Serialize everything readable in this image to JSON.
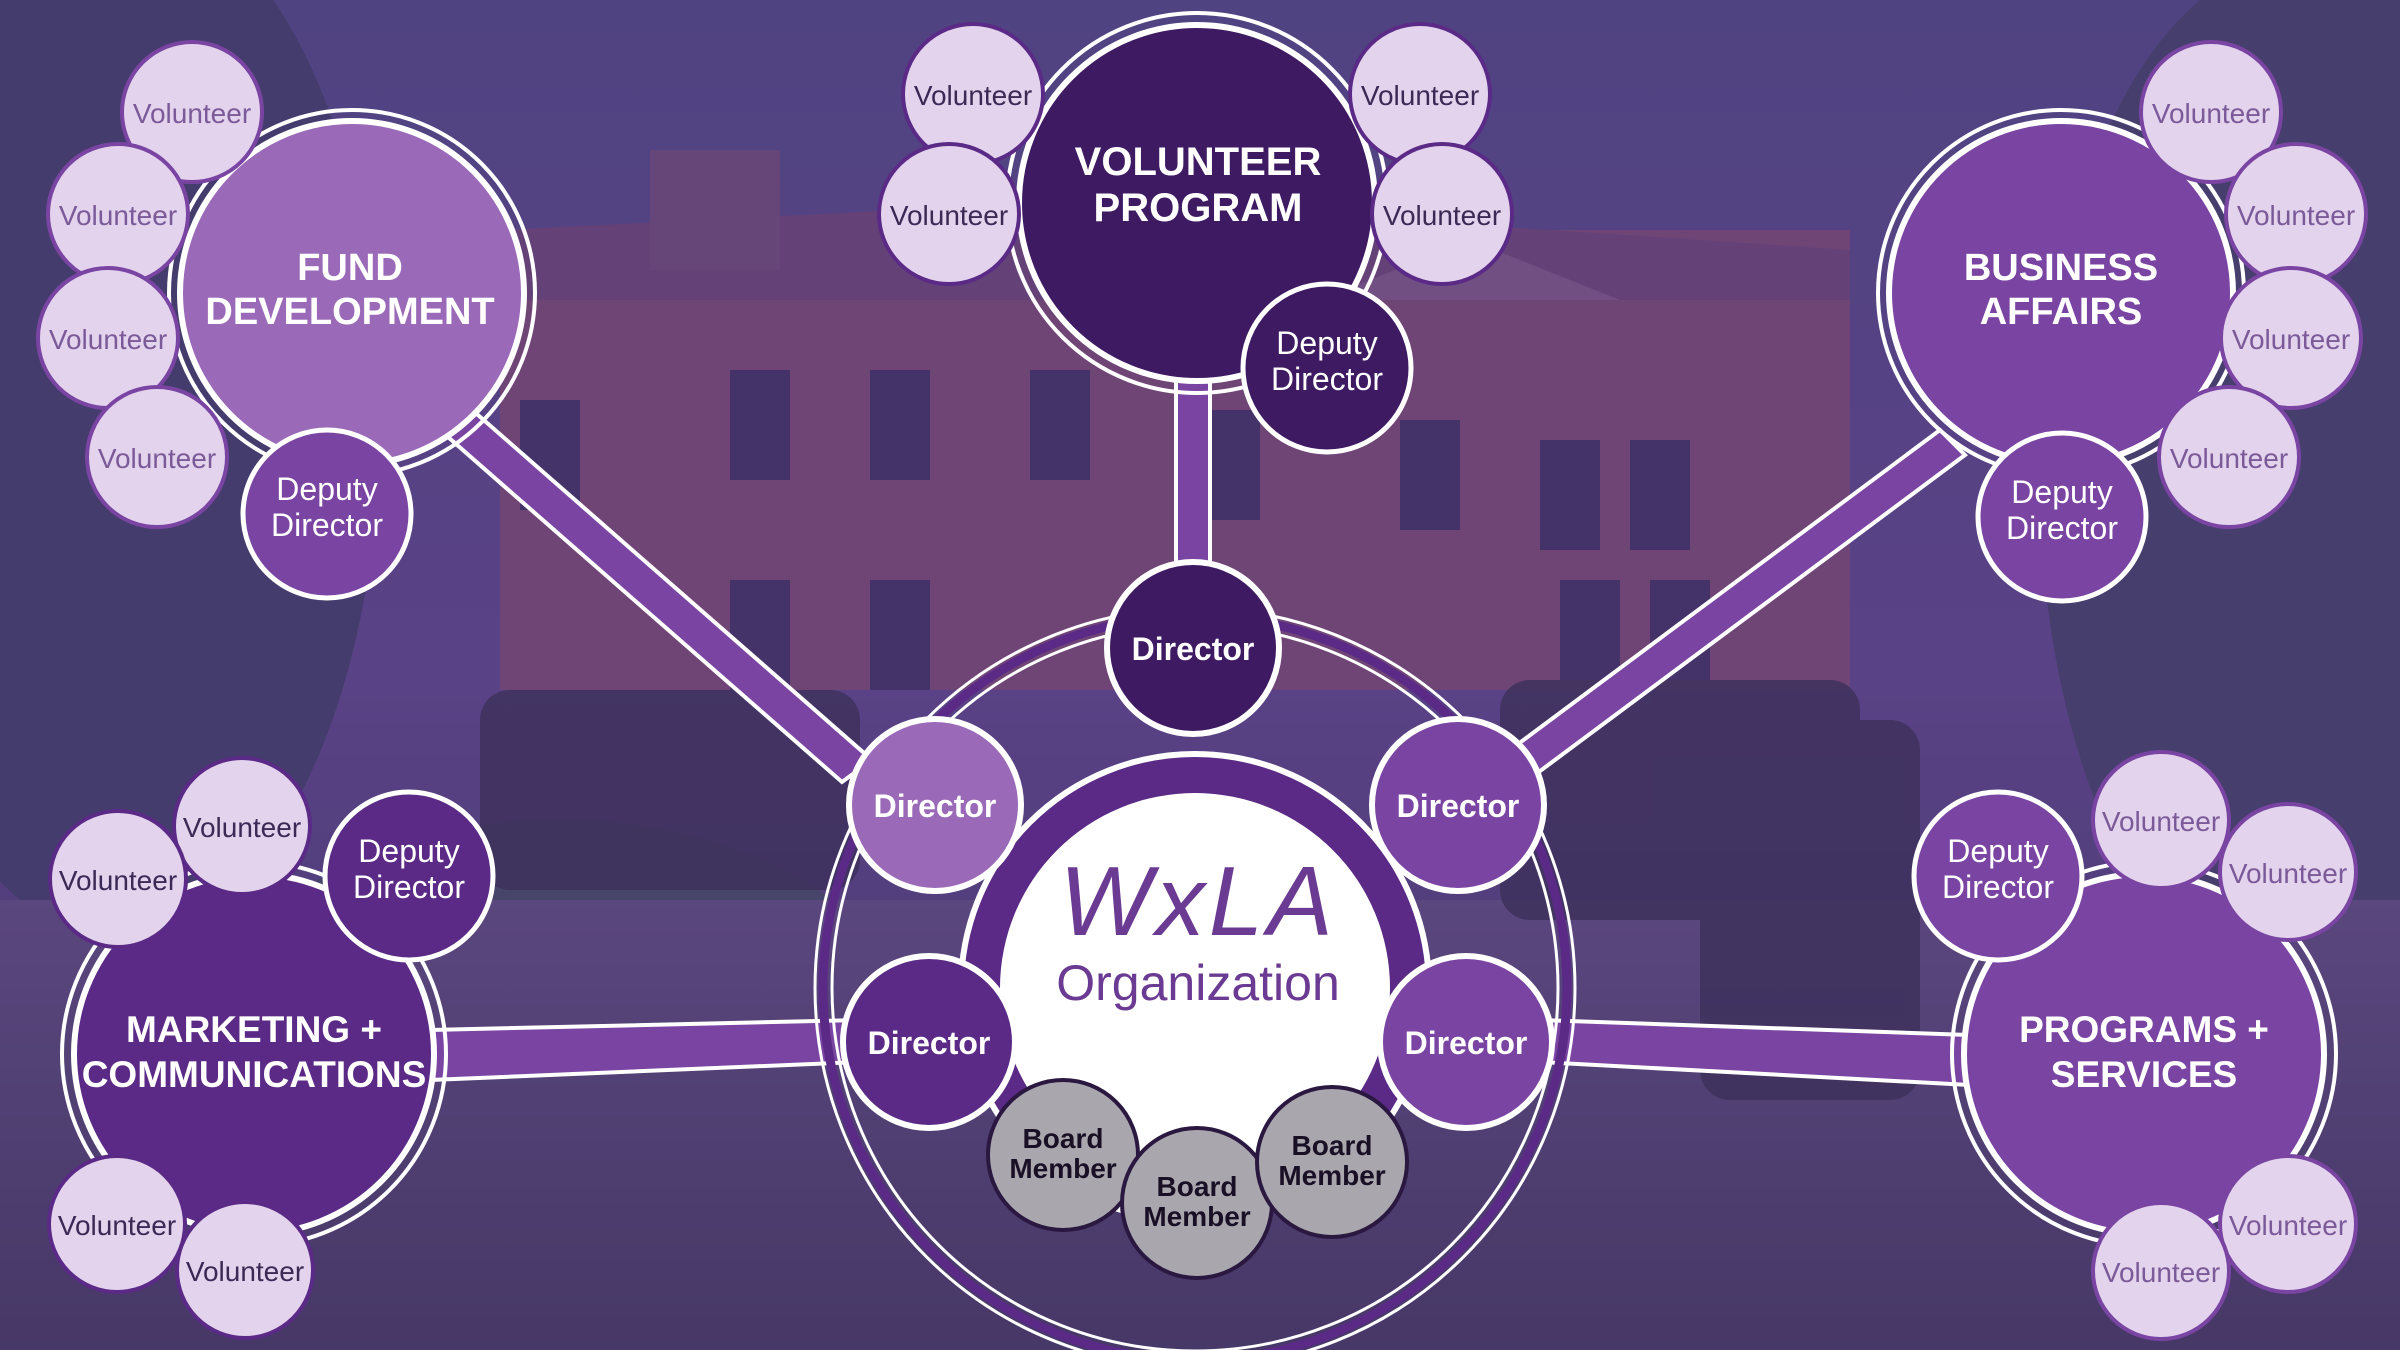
{
  "colors": {
    "overlay": "#5a3d86",
    "hub_purple": "#5a2a86",
    "dark_purple": "#3e1a63",
    "medium_purple": "#7a44a3",
    "light_purple": "#9a6ab8",
    "pale_purple": "#e3d3ec",
    "pale_purple_text": "#7a5a99",
    "board_gray": "#a9a7ad",
    "white": "#ffffff"
  },
  "center": {
    "logo": "WxLA",
    "subtitle": "Organization"
  },
  "directors": {
    "top": "Director",
    "upper_left": "Director",
    "upper_right": "Director",
    "lower_left": "Director",
    "lower_right": "Director"
  },
  "board": {
    "left": "Board Member",
    "middle": "Board Member",
    "right": "Board Member"
  },
  "departments": {
    "volunteer_program": {
      "title_line1": "VOLUNTEER",
      "title_line2": "PROGRAM",
      "deputy": "Deputy Director",
      "volunteers": [
        "Volunteer",
        "Volunteer",
        "Volunteer",
        "Volunteer"
      ]
    },
    "fund_development": {
      "title_line1": "FUND",
      "title_line2": "DEVELOPMENT",
      "deputy": "Deputy Director",
      "volunteers": [
        "Volunteer",
        "Volunteer",
        "Volunteer",
        "Volunteer"
      ]
    },
    "business_affairs": {
      "title_line1": "BUSINESS",
      "title_line2": "AFFAIRS",
      "deputy": "Deputy Director",
      "volunteers": [
        "Volunteer",
        "Volunteer",
        "Volunteer",
        "Volunteer"
      ]
    },
    "marketing_communications": {
      "title_line1": "MARKETING +",
      "title_line2": "COMMUNICATIONS",
      "deputy": "Deputy Director",
      "volunteers": [
        "Volunteer",
        "Volunteer",
        "Volunteer",
        "Volunteer"
      ]
    },
    "programs_services": {
      "title_line1": "PROGRAMS +",
      "title_line2": "SERVICES",
      "deputy": "Deputy Director",
      "volunteers": [
        "Volunteer",
        "Volunteer",
        "Volunteer",
        "Volunteer"
      ]
    }
  }
}
